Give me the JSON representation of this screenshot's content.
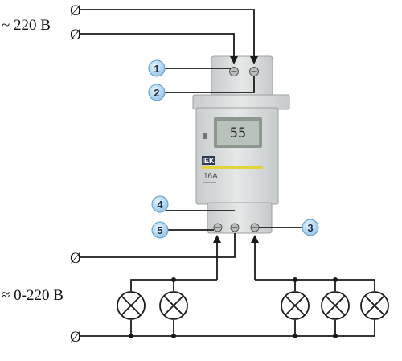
{
  "labels": {
    "ac_input": "~ 220 В",
    "output": "≈ 0-220 В"
  },
  "callouts": [
    "1",
    "2",
    "3",
    "4",
    "5"
  ],
  "device": {
    "display_value": "55",
    "brand": "IEK",
    "rating": "16A"
  },
  "terminal_symbol": "Ø",
  "lamp_count": 5,
  "colors": {
    "wire": "#1a1a1a",
    "callout_fill": "#a9d4ef",
    "callout_stroke": "#5b9ccc",
    "device_body": "#dcdfe0",
    "lcd": "#b9c2bb",
    "brand_badge": "#2c3a55",
    "brand_stripe": "#e2d33a"
  }
}
